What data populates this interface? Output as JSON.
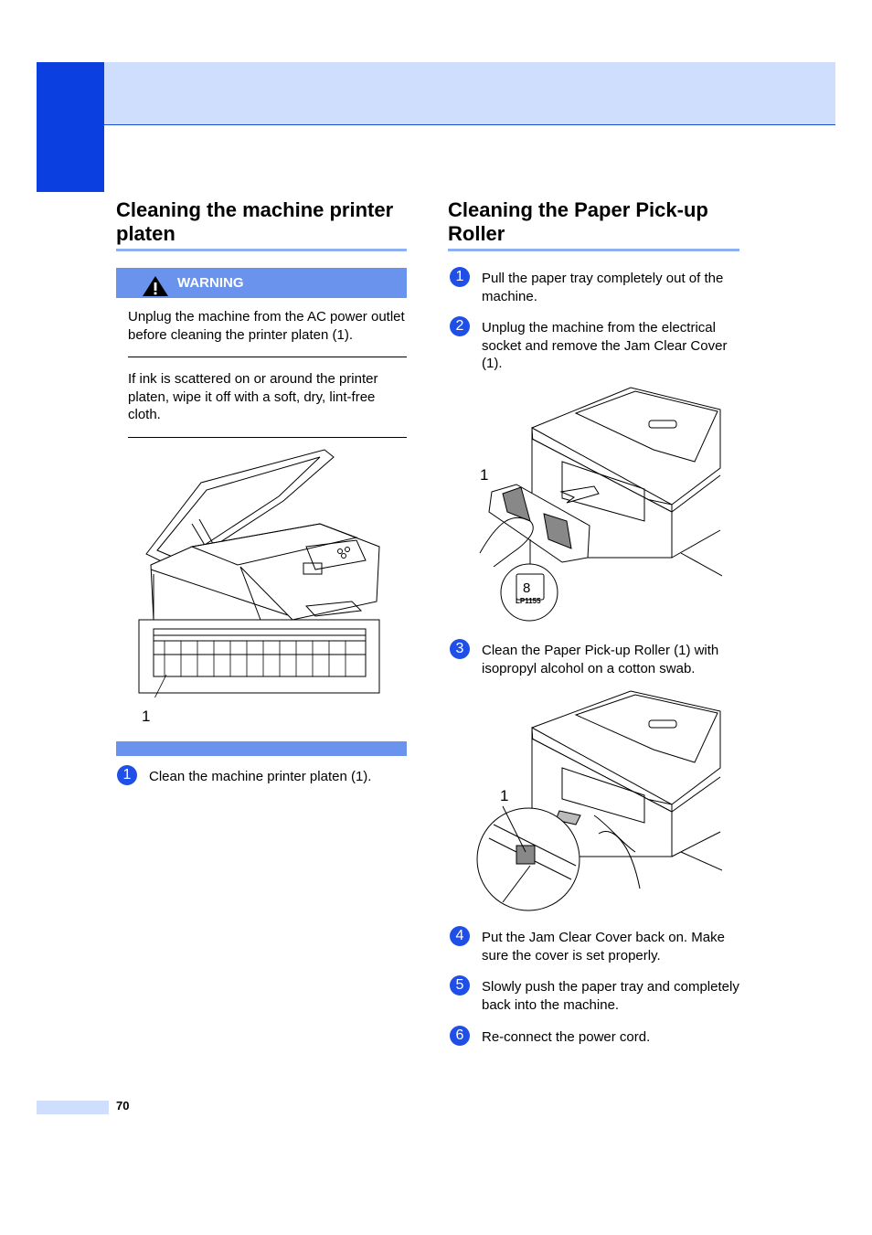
{
  "left": {
    "heading": "Cleaning the machine printer platen",
    "warning_label": "WARNING",
    "warning_text_1": "Unplug the machine from the AC power outlet before cleaning the printer platen (1).",
    "warning_text_2": "If ink is scattered on or around the printer platen, wipe it off with a soft, dry, lint-free cloth.",
    "figure_callout": "1",
    "step": {
      "num": "1",
      "text": "Clean the machine printer platen (1)."
    }
  },
  "right": {
    "heading": "Cleaning the Paper Pick-up Roller",
    "steps": [
      {
        "num": "1",
        "text": "Pull the paper tray completely out of the machine."
      },
      {
        "num": "2",
        "text": "Unplug the machine from the electrical socket and remove the Jam Clear Cover (1)."
      },
      {
        "num": "3",
        "text": "Clean the Paper Pick-up Roller (1) with isopropyl alcohol on a cotton swab."
      },
      {
        "num": "4",
        "text": "Put the Jam Clear Cover back on. Make sure the cover is set properly."
      },
      {
        "num": "5",
        "text": "Slowly push the paper tray and completely back into the machine."
      },
      {
        "num": "6",
        "text": "Re-connect the power cord."
      }
    ],
    "figure1_callout": "1",
    "figure1_badge": "LP1155",
    "figure2_callout": "1"
  },
  "footer": {
    "page_number": "70"
  },
  "colors": {
    "accent": "#0b3fe0",
    "header_band": "#cfdefc",
    "bar": "#6a93ee"
  }
}
